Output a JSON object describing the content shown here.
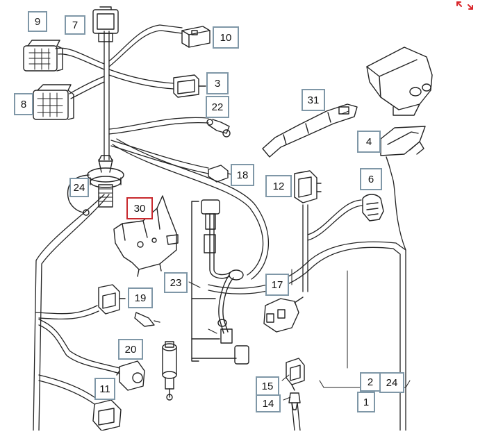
{
  "diagram": {
    "callouts": [
      "1",
      "2",
      "3",
      "4",
      "6",
      "7",
      "8",
      "9",
      "10",
      "11",
      "12",
      "14",
      "15",
      "17",
      "18",
      "19",
      "20",
      "22",
      "23",
      "24",
      "24",
      "30",
      "31"
    ],
    "highlighted_callout": "30",
    "colors": {
      "line": "#222222",
      "callout_border": "#7f97a7",
      "highlight_border": "#c8282d",
      "expand_icon": "#d9262b"
    }
  },
  "toolbar": {
    "expand_icon": "expand-arrows-icon"
  }
}
